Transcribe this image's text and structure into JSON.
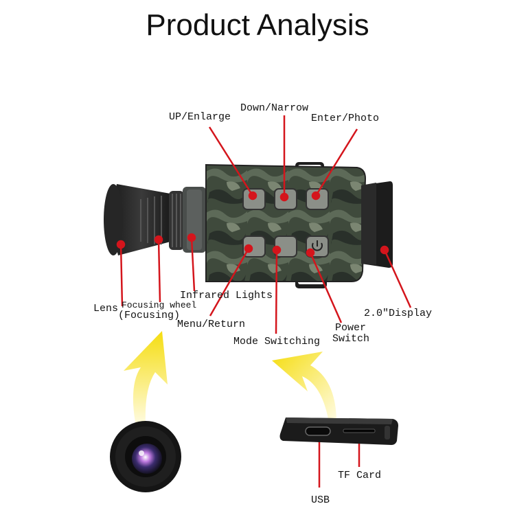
{
  "title": "Product Analysis",
  "labels": {
    "up_enlarge": "UP/Enlarge",
    "down_narrow": "Down/Narrow",
    "enter_photo": "Enter/Photo",
    "lens": "Lens",
    "focusing_wheel": "Focusing wheel",
    "focusing": "(Focusing)",
    "infrared_lights": "Infrared Lights",
    "menu_return": "Menu/Return",
    "mode_switching": "Mode Switching",
    "power": "Power",
    "switch": "Switch",
    "display": "2.0\"Display",
    "usb": "USB",
    "tf_card": "TF Card"
  },
  "colors": {
    "pointer": "#d4151c",
    "arrow": "#f7e21a",
    "camo_base": "#3f4a3c"
  },
  "icons": [
    "power-icon"
  ]
}
